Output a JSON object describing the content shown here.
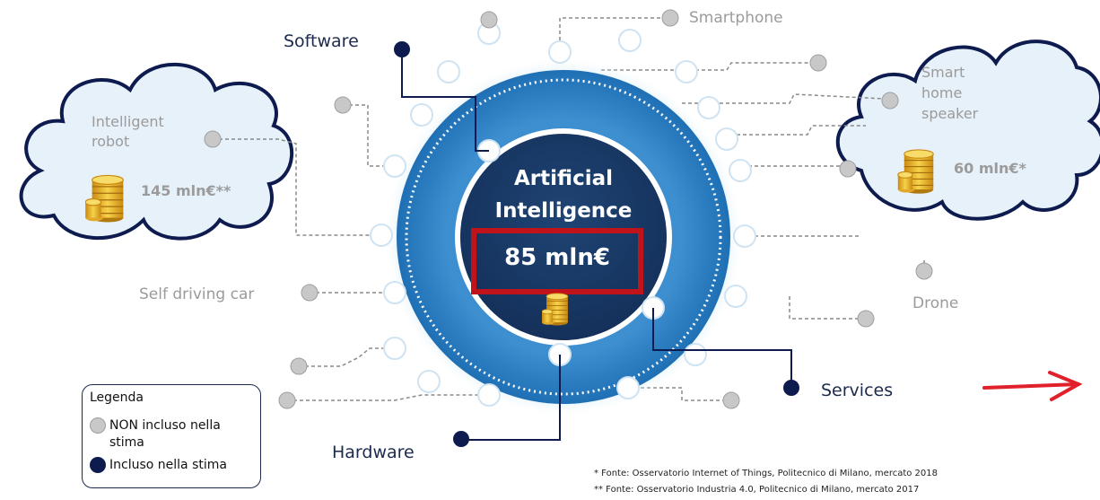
{
  "center": {
    "title_line1": "Artificial",
    "title_line2": "Intelligence",
    "value": "85 mln€",
    "highlight_color": "#c0131a",
    "ring_color": "#2f82c4",
    "core_color": "#17345d"
  },
  "included_labels": {
    "software": "Software",
    "hardware": "Hardware",
    "services": "Services"
  },
  "excluded_labels": {
    "smartphone": "Smartphone",
    "self_driving_car": "Self driving car",
    "drone": "Drone"
  },
  "clouds": {
    "robot": {
      "line1": "Intelligent",
      "line2": "robot",
      "amount": "145 mln€**"
    },
    "speaker": {
      "line1": "Smart",
      "line2": "home",
      "line3": "speaker",
      "amount": "60 mln€*"
    }
  },
  "legend": {
    "title": "Legenda",
    "not_included_line1": "NON incluso nella",
    "not_included_line2": "stima",
    "included": "Incluso nella stima"
  },
  "footnotes": {
    "note1": "* Fonte: Osservatorio Internet of Things, Politecnico di Milano, mercato 2018",
    "note2": "** Fonte: Osservatorio Industria 4.0, Politecnico di Milano, mercato 2017"
  },
  "colors": {
    "navy_dot": "#0d1b4f",
    "grey_dot": "#c8c8c8",
    "arrow": "#e0202a"
  },
  "icons": [
    "gold-coins-icon",
    "red-arrow-icon"
  ]
}
